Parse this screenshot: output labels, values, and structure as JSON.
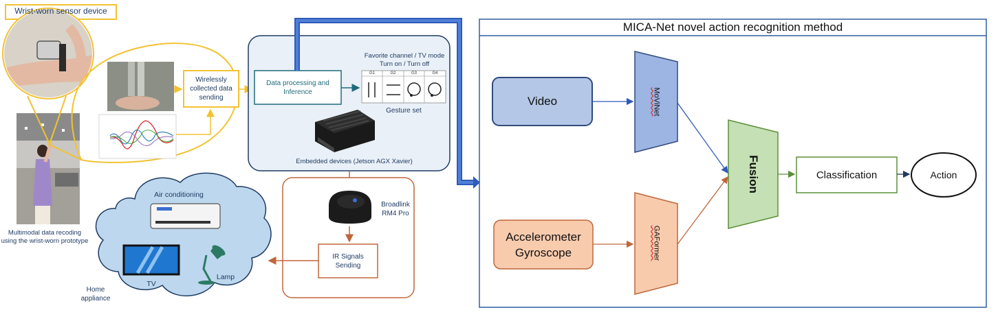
{
  "device_title": "Wrist-worn sensor device",
  "recording_caption": "Multimodal data recoding using the wrist-worn prototype",
  "wireless_box": "Wirelessly collected data sending",
  "processing_box": "Data processing and Inference",
  "gesture_caption_top": "Favorite channel / TV mode\nTurn on / Turn off",
  "gesture_headers": [
    "G1",
    "G2",
    "G3",
    "G4"
  ],
  "gesture_set_label": "Gesture set",
  "embedded_label": "Embedded devices (Jetson AGX Xavier)",
  "broadlink_label": "Broadlink\nRM4 Pro",
  "ir_box": "IR Signals Sending",
  "cloud": {
    "air_conditioning": "Air conditioning",
    "tv": "TV",
    "lamp": "Lamp",
    "home_appliance": "Home\nappliance"
  },
  "method": {
    "title": "MICA-Net novel action recognition method",
    "video": "Video",
    "sensors": "Accelerometer\nGyroscope",
    "movinet": "MoViNet",
    "gaformer": "GAFormer",
    "fusion": "Fusion",
    "classification": "Classification",
    "action": "Action"
  },
  "colors": {
    "yellow_accent": "#f2c230",
    "teal": "#1f6b7a",
    "blue_arrow": "#2e5bb8",
    "orange_accent": "#c0663a",
    "video_fill": "#b4c7e7",
    "movinet_fill": "#9db5e3",
    "sensor_fill": "#f8cbad",
    "fusion_fill": "#c5e0b4",
    "cloud_fill": "#bdd7ee"
  }
}
